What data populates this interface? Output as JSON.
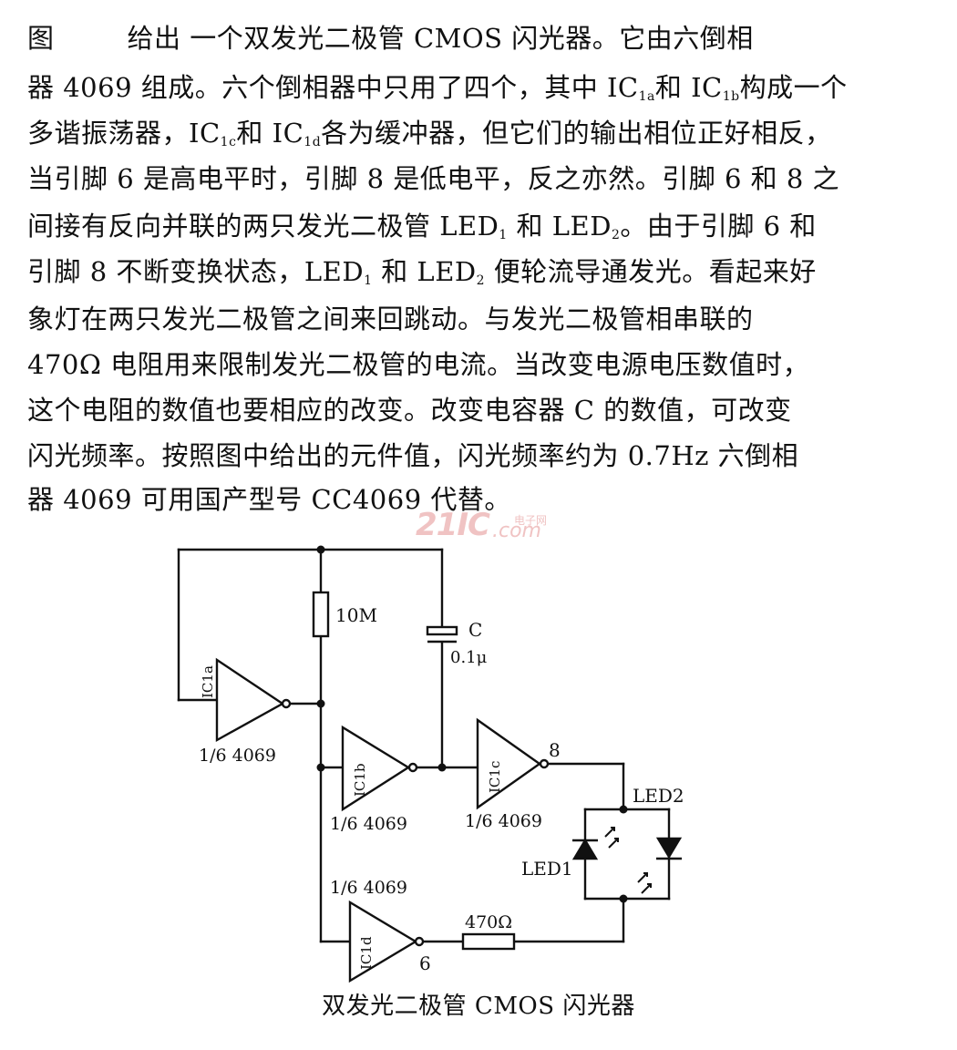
{
  "text": {
    "l1a": "图",
    "l1b": "给出 一个双发光二极管 CMOS 闪光器。它由六倒相",
    "l2": "器 4069 组成。六个倒相器中只用了四个，其中 IC",
    "l2s1": "1a",
    "l2b": "和 IC",
    "l2s2": "1b",
    "l2c": "构成一个",
    "l3a": "多谐振荡器，IC",
    "l3s1": "1c",
    "l3b": "和 IC",
    "l3s2": "1d",
    "l3c": "各为缓冲器，但它们的输出相位正好相反，",
    "l4": "当引脚 6 是高电平时，引脚 8 是低电平，反之亦然。引脚 6 和 8 之",
    "l5a": "间接有反向并联的两只发光二极管 LED",
    "l5s1": "1",
    "l5b": " 和 LED",
    "l5s2": "2",
    "l5c": "。由于引脚 6 和",
    "l6a": "引脚 8 不断变换状态，LED",
    "l6s1": "1",
    "l6b": " 和 LED",
    "l6s2": "2",
    "l6c": " 便轮流导通发光。看起来好",
    "l7": "象灯在两只发光二极管之间来回跳动。与发光二极管相串联的",
    "l8": "470Ω 电阻用来限制发光二极管的电流。当改变电源电压数值时，",
    "l9": "这个电阻的数值也要相应的改变。改变电容器 C 的数值，可改变",
    "l10": "闪光频率。按照图中给出的元件值，闪光频率约为 0.7Hz 六倒相",
    "l11": "器 4069 可用国产型号 CC4069 代替。"
  },
  "watermark": {
    "main": "21IC",
    "small": "电子网",
    "com": ".com"
  },
  "diagram": {
    "r_label": "10M",
    "c_label": "C",
    "c_value": "0.1μ",
    "ic1a": "IC1a",
    "ic1b": "IC1b",
    "ic1c": "IC1c",
    "ic1d": "IC1d",
    "part_a": "1/6 4069",
    "part_b": "1/6 4069",
    "part_c": "1/6 4069",
    "part_d": "1/6 4069",
    "pin8": "8",
    "pin6": "6",
    "led2": "LED2",
    "led1": "LED1",
    "r2_label": "470Ω"
  },
  "caption": "双发光二极管 CMOS 闪光器"
}
